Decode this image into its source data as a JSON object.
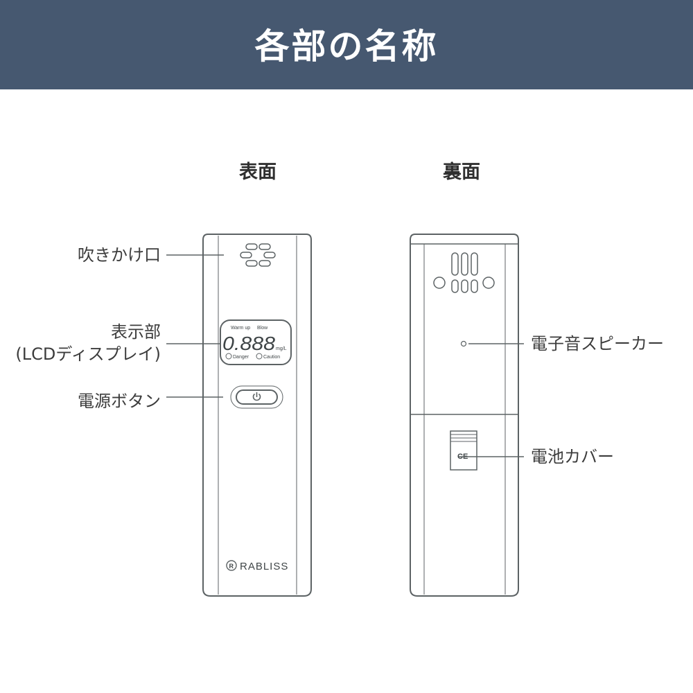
{
  "header": {
    "title": "各部の名称"
  },
  "views": {
    "front_label": "表面",
    "back_label": "裏面"
  },
  "callouts": {
    "mouthpiece": "吹きかけ口",
    "display_line1": "表示部",
    "display_line2": "(LCDディスプレイ)",
    "power_button": "電源ボタン",
    "speaker": "電子音スピーカー",
    "battery_cover": "電池カバー"
  },
  "lcd": {
    "warmup": "Warm up",
    "blow": "Blow",
    "digits": "0.888",
    "unit": "mg/L",
    "danger": "Danger",
    "caution": "Caution"
  },
  "brand": {
    "logo_letter": "R",
    "name": "RABLISS"
  },
  "battery_mark": "CE",
  "colors": {
    "header_bg": "#465870",
    "line": "#5c6264",
    "device_body": "#ffffff"
  }
}
